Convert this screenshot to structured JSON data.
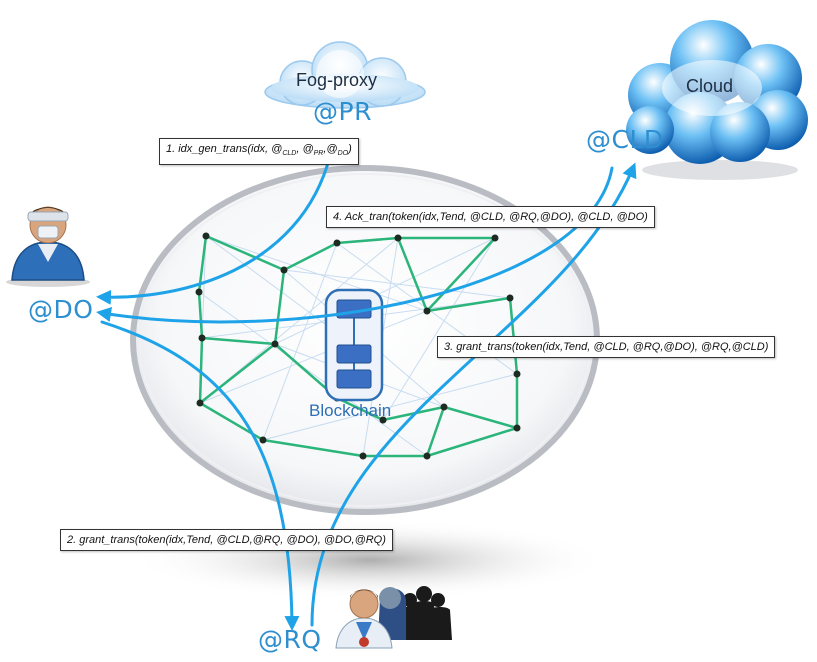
{
  "colors": {
    "accent": "#2e8fd0",
    "mesh": "#2bb57a",
    "cloud": "#1f7fd0",
    "block": "#3b6fc4"
  },
  "entities": {
    "fog_proxy": {
      "label": "Fog-proxy",
      "address": "@PR",
      "icon": "cloud-icon"
    },
    "cloud": {
      "label": "Cloud",
      "address": "@CLD",
      "icon": "cloud-icon"
    },
    "data_owner": {
      "address": "@DO",
      "icon": "doctor-user-icon"
    },
    "requester": {
      "address": "@RQ",
      "icon": "requester-group-icon"
    }
  },
  "blockchain": {
    "label": "Blockchain",
    "icon": "blockchain-icon"
  },
  "transactions": {
    "t1": {
      "prefix": "1. idx_gen_trans(idx, @",
      "sub1": "CLD",
      "mid1": ", @",
      "sub2": "PR",
      "mid2": ",@",
      "sub3": "DO",
      "suffix": ")"
    },
    "t2": "2. grant_trans(token(idx,Tend, @CLD,@RQ, @DO), @DO,@RQ)",
    "t3": "3. grant_trans(token(idx,Tend, @CLD, @RQ,@DO), @RQ,@CLD)",
    "t4": "4. Ack_tran(token(idx,Tend, @CLD, @RQ,@DO), @CLD, @DO)"
  }
}
